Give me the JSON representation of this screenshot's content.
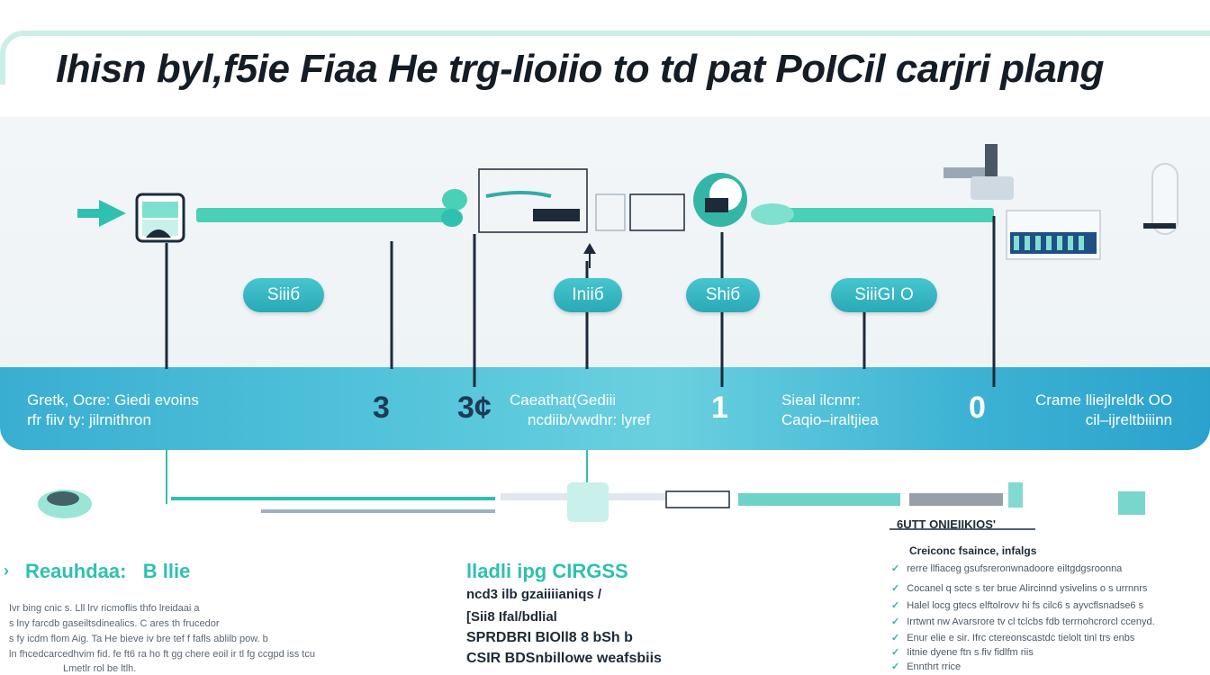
{
  "title": "Ihisn byl,f5ie Fiaa He trg-Iioiio to td pat PoICil carjri plang",
  "stages": [
    {
      "label": "Siiiб"
    },
    {
      "label": "Iniiб"
    },
    {
      "label": "Shiб"
    },
    {
      "label": "SiiiGI O"
    }
  ],
  "band": {
    "col1": {
      "line1": "Gretk, Ocre: Giedi evoins",
      "line2": "rfr fiiv ty: jilrnithron"
    },
    "num1": "3",
    "num2": "3¢",
    "col2": {
      "line1": "Caeathat(Gediii",
      "line2": "ncdiib/vwdhr: lyref"
    },
    "num3": "1",
    "col3": {
      "line1": "Sieal ilcnnr:",
      "line2": "Caqio–iraltjiea"
    },
    "num4": "0",
    "col4": {
      "line1": "Crame lliejlreldk OO",
      "line2": "cil–ijreltbiiinn"
    }
  },
  "sections": {
    "left": {
      "heading": "Reauhdaa:   B llie",
      "lines": [
        "Ivr bing cnic s. Lll lrv ricmoflis thfo lreidaai a",
        "s lny farcdb gaseiltsdinealics. C ares th frucedor",
        "s fy icdm flom Aig. Ta He bieve iv bre tef f fafls ablilb pow. b",
        "ln fhcedcarcedhvim fid. fe ft6 ra ho ft gg chere eoil ir tl fg ccgpd iss tcu",
        "Lmetlr rol be ltlh."
      ]
    },
    "middle": {
      "heading": "lladli ipg CIRGSS",
      "lines": [
        "ncd3 ilb gzaiiiianiqs /",
        "[Sii8 Ifal/bdlial",
        "SPRDBRI BIOll8 8 bSh b",
        "CSIR BDSnbillowe weafsbiis"
      ]
    },
    "right": {
      "heading": "6UTT ONIEIIKIOS'",
      "subheading": "Creiconc fsaince, infalgs",
      "items": [
        "rerre llfiaceg gsufsreronwnadoore eiltgdgsroonna",
        "Cocanel q scte s ter brue Alircinnd ysivelins o s urrnnrs",
        "Halel locg gtecs elftolrovv hi fs cilc6 s ayvcflsnadse6 s",
        "Irrtwnt nw Avarsrore tv cl tclcbs fdb terrnohcrorcl ccenyd.",
        "Enur elie e sir. Ifrc ctereonscastdc tielolt tinl trs enbs",
        "Iitnie dyene ftn s fiv fidlfm riis",
        "Ennthrt rrice"
      ]
    }
  },
  "colors": {
    "teal": "#2fc0b0",
    "band_start": "#3aaed1",
    "band_end": "#2ba2cc",
    "pill": "#2aa9b6",
    "navy": "#1c2a3a"
  }
}
